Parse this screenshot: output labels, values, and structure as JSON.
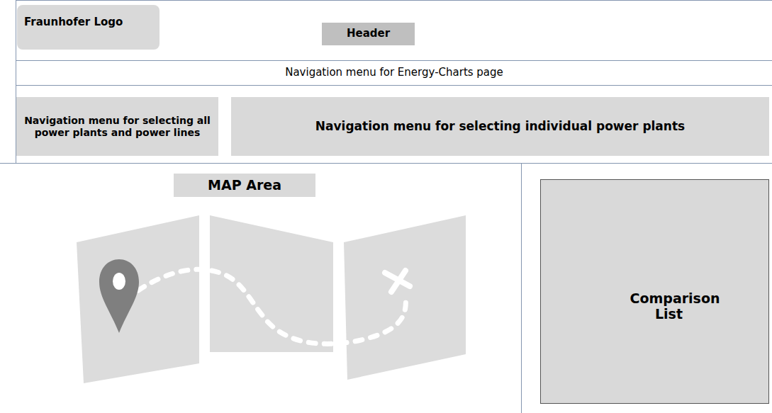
{
  "diagram": {
    "nodes": [
      {
        "text": [
          "Fraunhofer Logo"
        ]
      },
      {
        "text": [
          "Header"
        ]
      },
      {
        "text": [
          "Navigation menu for Energy-Charts page"
        ]
      },
      {
        "text": [
          "Navigation menu for selecting all power plants and power lines"
        ]
      },
      {
        "text": [
          "Navigation menu for selecting individual power plants"
        ]
      },
      {
        "text": [
          "MAP Area"
        ]
      },
      {
        "text": [
          "Comparison List"
        ]
      }
    ]
  }
}
